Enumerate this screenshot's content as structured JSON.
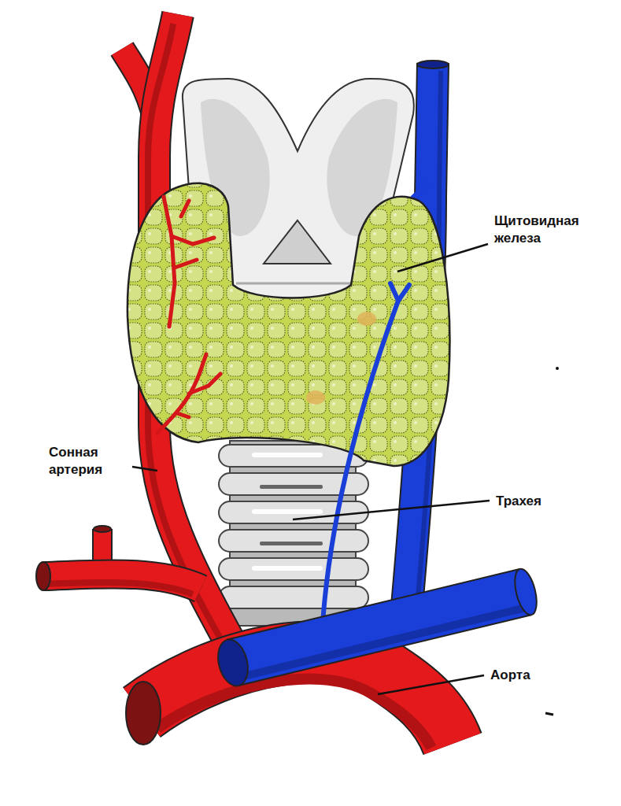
{
  "diagram": {
    "labels": [
      "Щитовидная железа",
      "Сонная артерия",
      "Трахея",
      "Аорта"
    ]
  }
}
